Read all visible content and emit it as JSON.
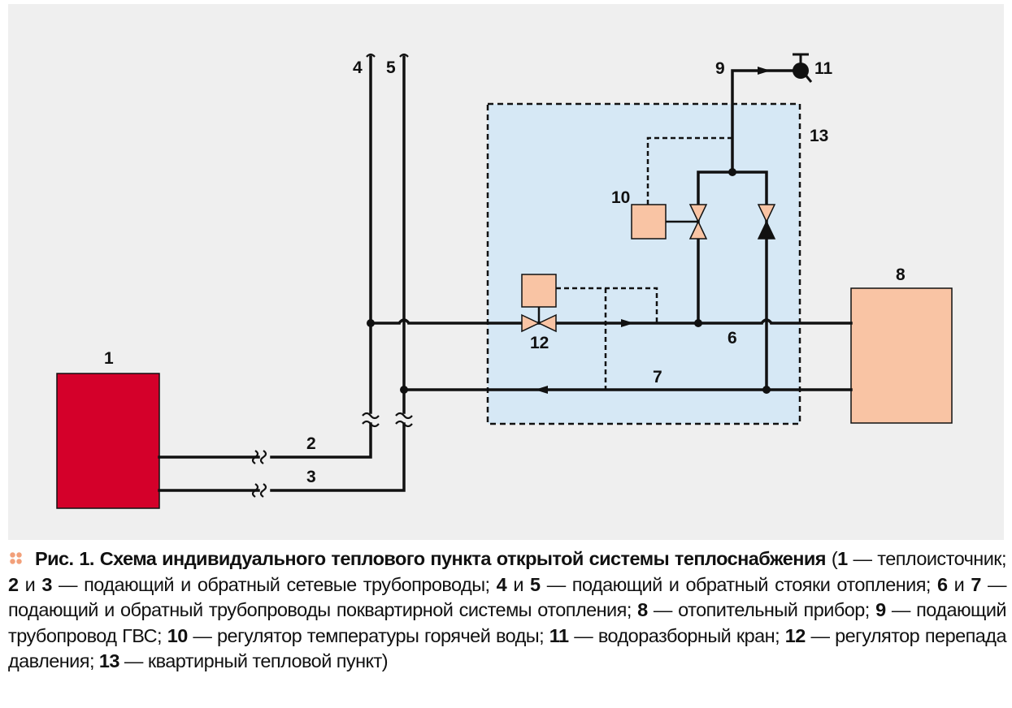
{
  "labels": {
    "n1": "1",
    "n2": "2",
    "n3": "3",
    "n4": "4",
    "n5": "5",
    "n6": "6",
    "n7": "7",
    "n8": "8",
    "n9": "9",
    "n10": "10",
    "n11": "11",
    "n12": "12",
    "n13": "13"
  },
  "colors": {
    "heat_source": "#d4002a",
    "heater": "#f9c4a4",
    "regulator": "#f9c4a4",
    "unit_fill": "#d6e8f5",
    "panel_bg": "#efefef",
    "pipe": "#111111",
    "bullet": "#f2a07a"
  },
  "icons": [
    "four-dot-bullet-icon",
    "gate-valve-icon",
    "check-valve-icon",
    "tap-icon",
    "flow-arrow-icon",
    "pipe-break-icon"
  ],
  "caption": {
    "fig": "Рис. 1.",
    "title": "Схема индивидуального теплового пункта открытой системы теплоснабжения",
    "open_paren": " (",
    "items": [
      {
        "num": "1",
        "text": " — тепло­источник; "
      },
      {
        "num": "2",
        "text": " и "
      },
      {
        "num": "3",
        "text": " — подающий и обратный сетевые трубопроводы; "
      },
      {
        "num": "4",
        "text": " и "
      },
      {
        "num": "5",
        "text": " — подающий и обратный стояки отопления; "
      },
      {
        "num": "6",
        "text": " и "
      },
      {
        "num": "7",
        "text": " — подающий и обратный трубопроводы поквартирной системы отопления; "
      },
      {
        "num": "8",
        "text": " — ото­пительный прибор; "
      },
      {
        "num": "9",
        "text": " — подающий трубопровод ГВС; "
      },
      {
        "num": "10",
        "text": " — регулятор температуры горячей воды; "
      },
      {
        "num": "11",
        "text": " — водоразборный кран; "
      },
      {
        "num": "12",
        "text": " — регулятор перепада давления; "
      },
      {
        "num": "13",
        "text": " — квартирный тепловой пункт)"
      }
    ]
  }
}
